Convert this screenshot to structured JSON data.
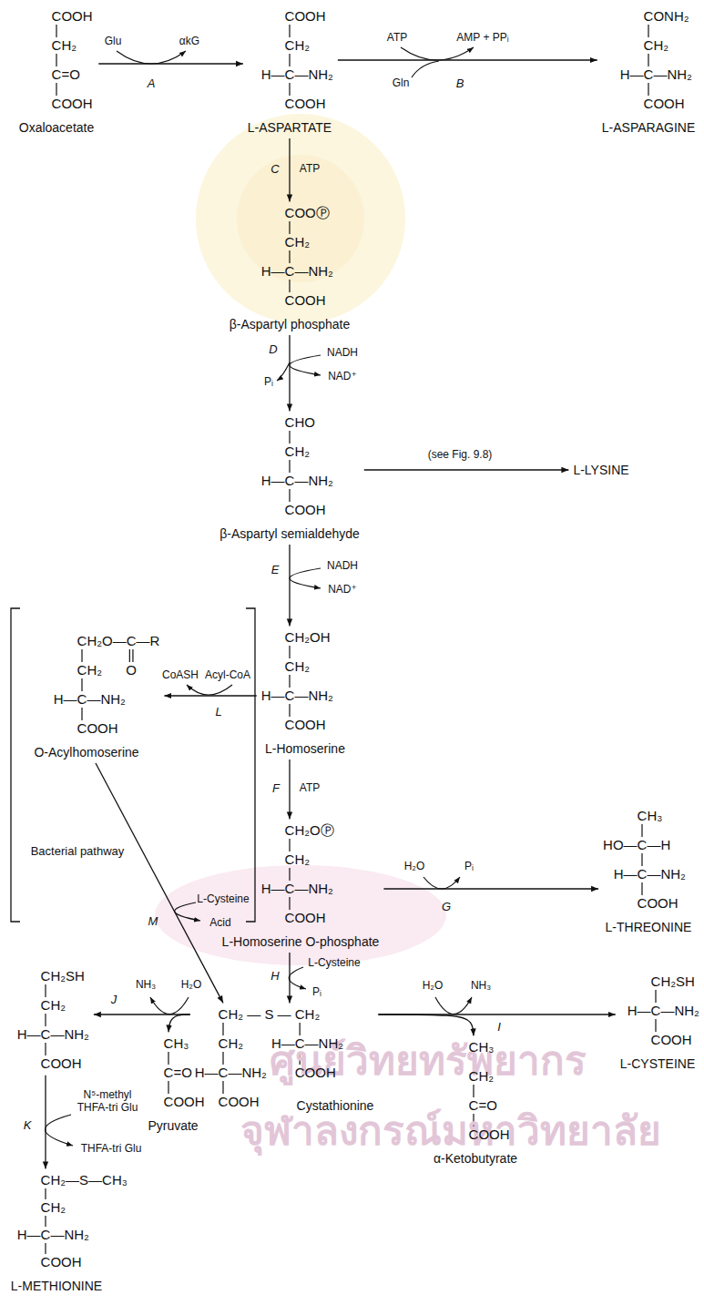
{
  "diagram": {
    "nodes": [
      {
        "text": [
          "COOH",
          "CH₂",
          "C=O",
          "COOH",
          "Oxaloacetate"
        ]
      },
      {
        "text": [
          "COOH",
          "CH₂",
          "H—C—NH₂",
          "COOH",
          "L-ASPARTATE"
        ]
      },
      {
        "text": [
          "CONH₂",
          "CH₂",
          "H—C—NH₂",
          "COOH",
          "L-ASPARAGINE"
        ]
      },
      {
        "text": [
          "COOⓅ",
          "CH₂",
          "H—C—NH₂",
          "COOH",
          "β-Aspartyl phosphate"
        ]
      },
      {
        "text": [
          "CHO",
          "CH₂",
          "H—C—NH₂",
          "COOH",
          "β-Aspartyl semialdehyde"
        ]
      },
      {
        "text": [
          "L-LYSINE"
        ]
      },
      {
        "text": [
          "CH₂O—C—R",
          "O",
          "CH₂",
          "H—C—NH₂",
          "COOH",
          "O-Acylhomoserine"
        ]
      },
      {
        "text": [
          "CH₂OH",
          "CH₂",
          "H—C—NH₂",
          "COOH",
          "L-Homoserine"
        ]
      },
      {
        "text": [
          "CH₂OⓅ",
          "CH₂",
          "H—C—NH₂",
          "COOH",
          "L-Homoserine O-phosphate"
        ]
      },
      {
        "text": [
          "CH₃",
          "HO—C—H",
          "H—C—NH₂",
          "COOH",
          "L-THREONINE"
        ]
      },
      {
        "text": [
          "CH₂SH",
          "CH₂",
          "H—C—NH₂",
          "COOH"
        ]
      },
      {
        "text": [
          "CH₂ — S — CH₂",
          "CH₂",
          "H—C—NH₂",
          "H—C—NH₂",
          "COOH",
          "COOH",
          "Cystathionine"
        ]
      },
      {
        "text": [
          "CH₂SH",
          "H—C—NH₂",
          "COOH",
          "L-CYSTEINE"
        ]
      },
      {
        "text": [
          "CH₃",
          "C=O",
          "COOH",
          "Pyruvate"
        ]
      },
      {
        "text": [
          "CH₃",
          "CH₂",
          "C=O",
          "COOH",
          "α-Ketobutyrate"
        ]
      },
      {
        "text": [
          "CH₂—S—CH₃",
          "CH₂",
          "H—C—NH₂",
          "COOH",
          "L-METHIONINE"
        ]
      }
    ],
    "edges": [
      {
        "from": 0,
        "to": 1,
        "arrow": "to"
      },
      {
        "from": 1,
        "to": 2,
        "arrow": "to"
      },
      {
        "from": 1,
        "to": 3,
        "arrow": "to"
      },
      {
        "from": 3,
        "to": 4,
        "arrow": "to"
      },
      {
        "from": 4,
        "to": 5,
        "arrow": "to"
      },
      {
        "from": 4,
        "to": 7,
        "arrow": "to"
      },
      {
        "from": 7,
        "to": 6,
        "arrow": "to"
      },
      {
        "from": 7,
        "to": 8,
        "arrow": "to"
      },
      {
        "from": 8,
        "to": 9,
        "arrow": "to"
      },
      {
        "from": 6,
        "to": 11,
        "arrow": "to"
      },
      {
        "from": 8,
        "to": 11,
        "arrow": "to"
      },
      {
        "from": 11,
        "to": 10,
        "arrow": "to"
      },
      {
        "from": 11,
        "to": 13,
        "arrow": "to"
      },
      {
        "from": 11,
        "to": 12,
        "arrow": "to"
      },
      {
        "from": 11,
        "to": 14,
        "arrow": "to"
      },
      {
        "from": 10,
        "to": 15,
        "arrow": "to"
      }
    ],
    "labels": [
      "Glu",
      "αkG",
      "A",
      "ATP",
      "AMP + PPᵢ",
      "Gln",
      "B",
      "C",
      "ATP",
      "NADH",
      "D",
      "Pᵢ",
      "NAD⁺",
      "(see Fig. 9.8)",
      "NADH",
      "E",
      "NAD⁺",
      "CoASH",
      "Acyl-CoA",
      "L",
      "Bacterial pathway",
      "F",
      "ATP",
      "L-Cysteine",
      "M",
      "Acid",
      "H₂O",
      "Pᵢ",
      "G",
      "H",
      "L-Cysteine",
      "Pᵢ",
      "NH₃",
      "H₂O",
      "J",
      "H₂O",
      "NH₃",
      "I",
      "N⁵-methyl THFA-tri Glu",
      "THFA-tri Glu",
      "K",
      "ศูนย์วิทยทรัพยากร",
      "จุฬาลงกรณ์มหาวิทยาลัย"
    ]
  }
}
